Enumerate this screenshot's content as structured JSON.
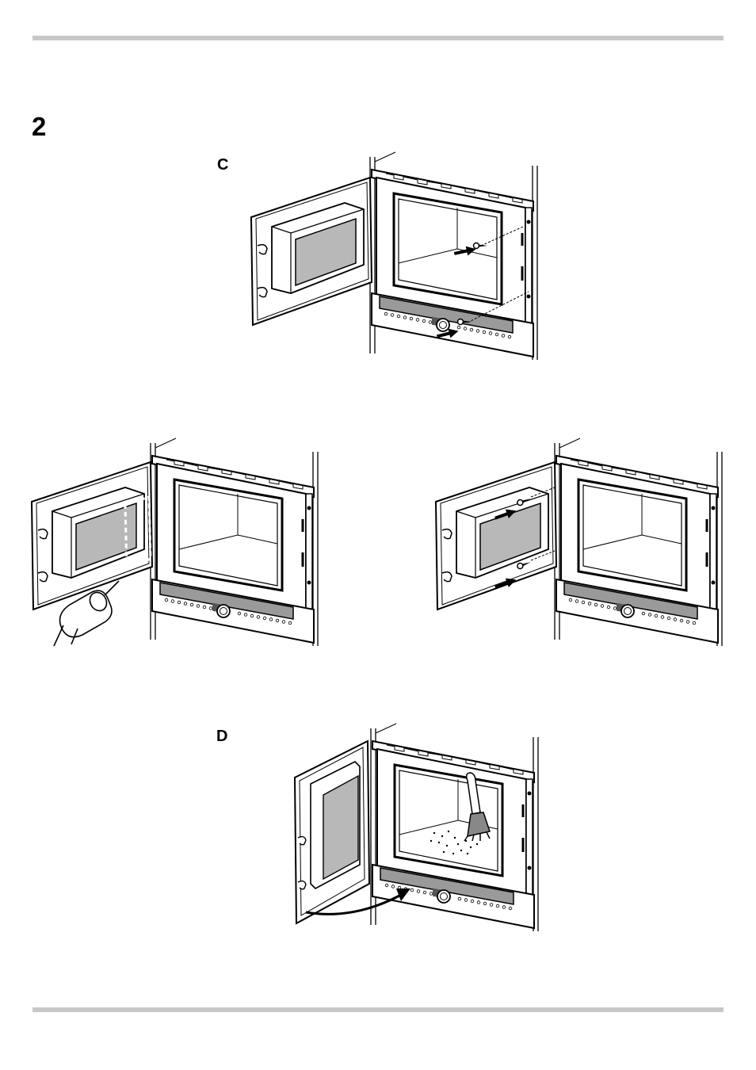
{
  "page": {
    "step_number": "2",
    "figures": {
      "c": {
        "label": "C",
        "icon": "microwave-door-screws-icon"
      },
      "middle_left": {
        "icon": "microwave-door-drill-icon"
      },
      "middle_right": {
        "icon": "microwave-door-window-screws-icon"
      },
      "d": {
        "label": "D",
        "icon": "microwave-cleaning-brush-icon"
      }
    },
    "colors": {
      "rule": "#c8c8c8",
      "window": "#b8b8b8",
      "panel": "#9a9a9a",
      "ink": "#000000"
    }
  }
}
